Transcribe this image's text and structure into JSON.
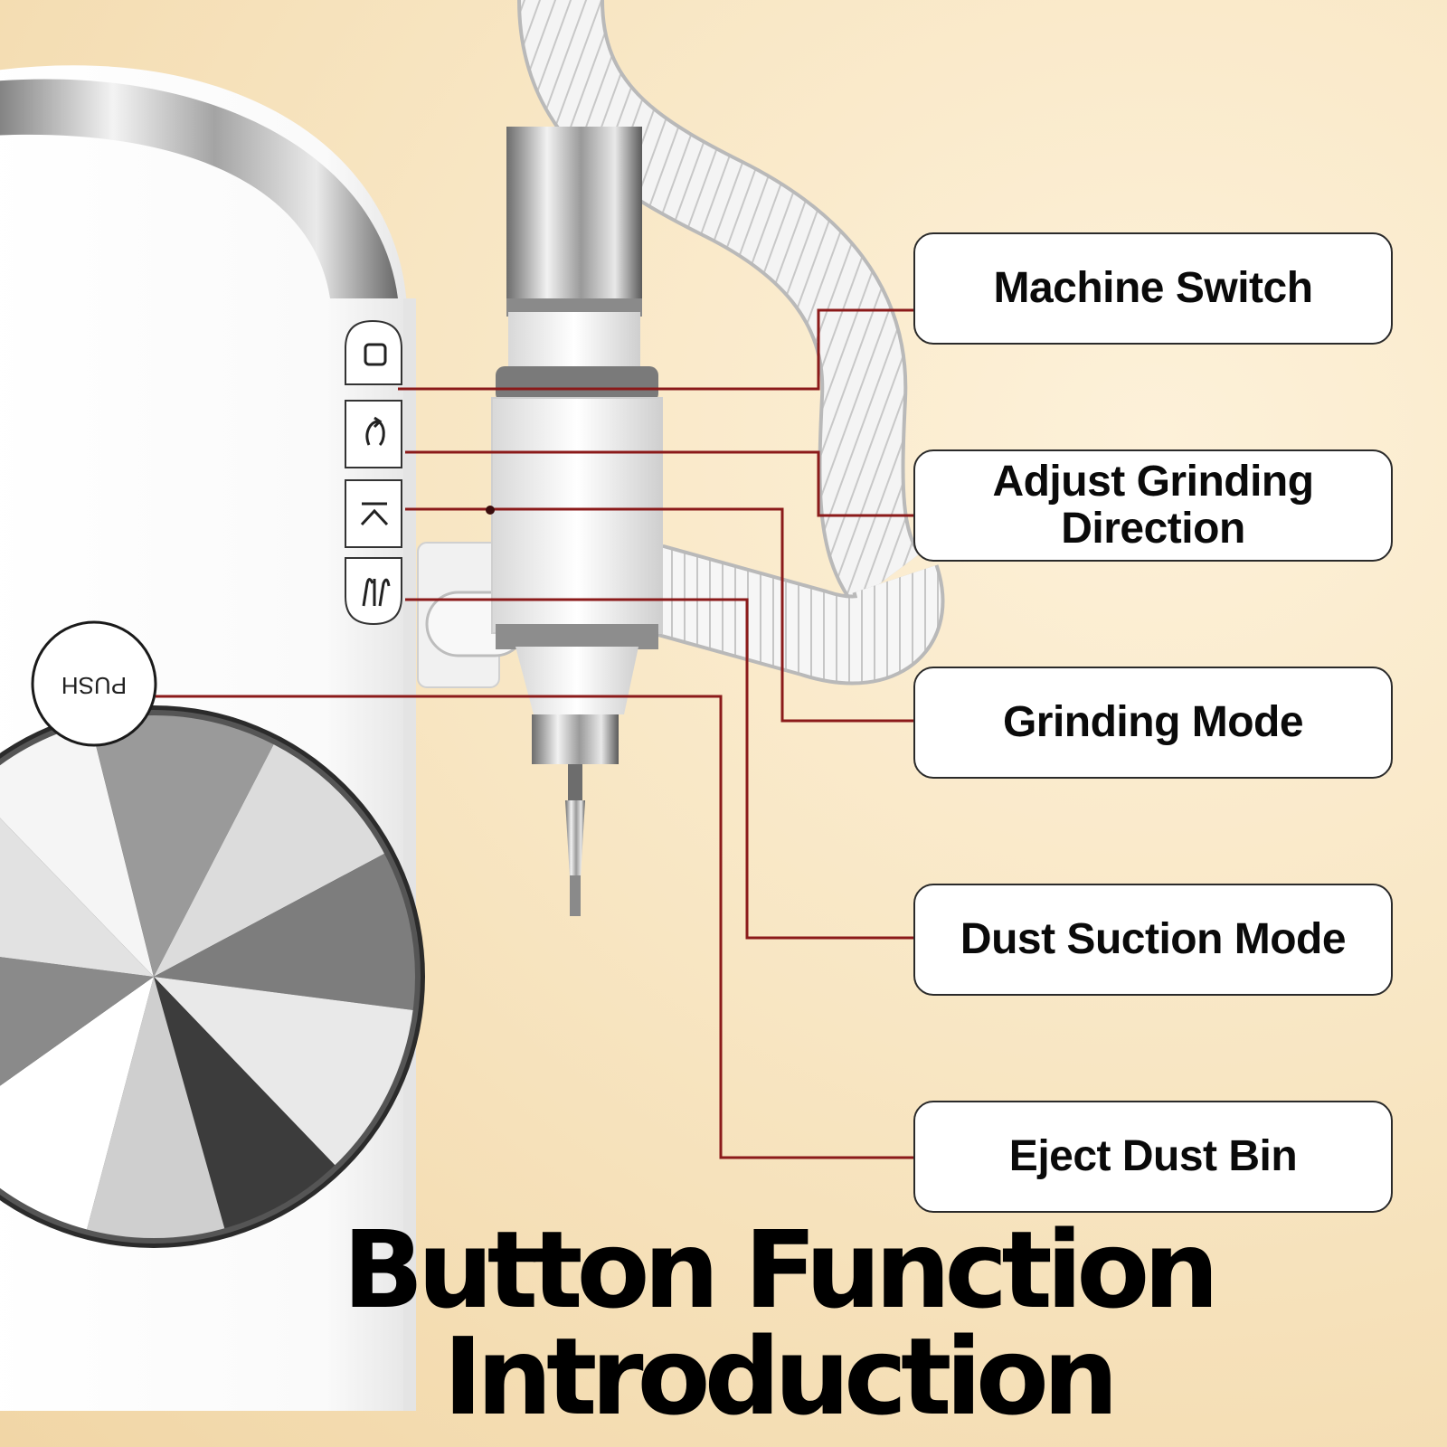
{
  "title": {
    "line1": "Button Function",
    "line2": "Introduction"
  },
  "callouts": [
    {
      "lines": [
        "Machine Switch"
      ]
    },
    {
      "lines": [
        "Adjust Grinding",
        "Direction"
      ]
    },
    {
      "lines": [
        "Grinding Mode"
      ]
    },
    {
      "lines": [
        "Dust Suction Mode"
      ]
    },
    {
      "lines": [
        "Eject Dust Bin"
      ]
    }
  ],
  "device": {
    "push_button_label": "PUSH",
    "buttons": [
      "square-icon",
      "rotate-arrows-icon",
      "grind-arrow-icon",
      "fan-icon"
    ]
  },
  "colors": {
    "leader_line": "#8b1a1a",
    "background": "#f8e6c3",
    "callout_border": "#2a2a2a"
  }
}
